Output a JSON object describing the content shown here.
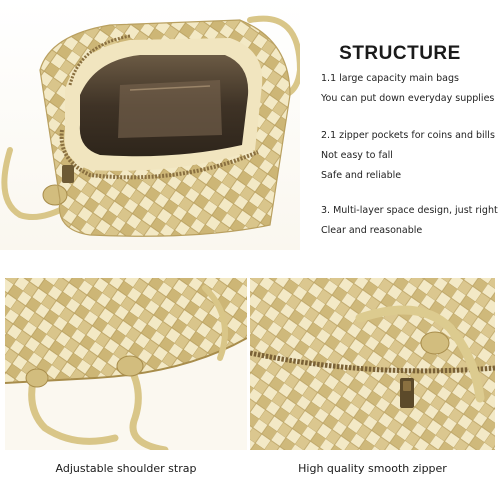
{
  "heading": "STRUCTURE",
  "features": [
    {
      "line1": "1.1 large capacity main bags",
      "line2": "You can put down everyday supplies"
    },
    {
      "line1": "2.1 zipper pockets for coins and bills",
      "line2": "Not easy to fall",
      "line3": "Safe and reliable"
    },
    {
      "line1": "3. Multi-layer space design, just right",
      "line2": "Clear and reasonable"
    }
  ],
  "captions": {
    "strap": "Adjustable shoulder strap",
    "zipper": "High quality smooth zipper"
  },
  "colors": {
    "gold_light": "#eee3b8",
    "gold_mid": "#d8c488",
    "gold_dark": "#a88d4c",
    "lining": "#5a4a38"
  }
}
